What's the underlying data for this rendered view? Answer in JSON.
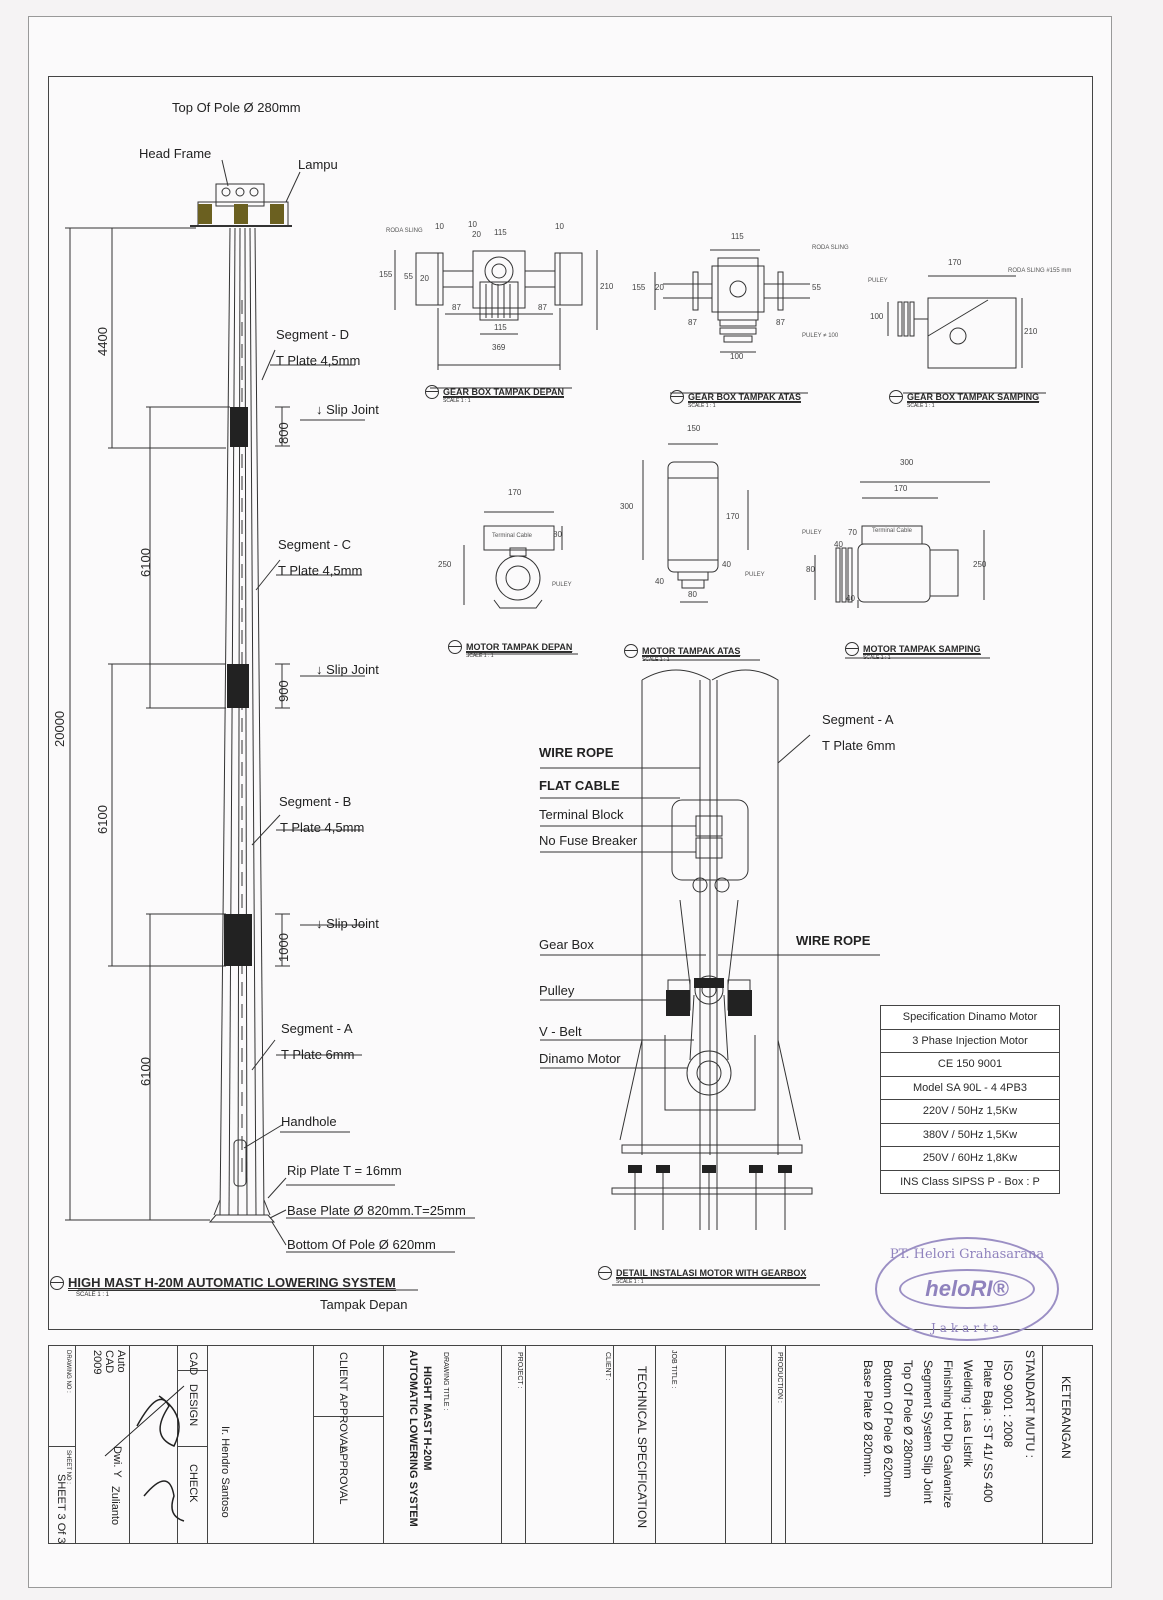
{
  "pole": {
    "top_of_pole": "Top Of Pole Ø 280mm",
    "head_frame": "Head Frame",
    "lampu": "Lampu",
    "segment_d": "Segment - D",
    "segment_d_plate": "T Plate 4,5mm",
    "segment_c": "Segment - C",
    "segment_c_plate": "T Plate 4,5mm",
    "segment_b": "Segment - B",
    "segment_b_plate": "T Plate 4,5mm",
    "segment_a": "Segment - A",
    "segment_a_plate": "T Plate 6mm",
    "slip_joint_1": "↓ Slip Joint",
    "slip_joint_2": "↓ Slip Joint",
    "slip_joint_3": "↓ Slip Joint",
    "handhole": "Handhole",
    "rip_plate": "Rip Plate T = 16mm",
    "base_plate": "Base Plate Ø 820mm.T=25mm",
    "bottom_of_pole": "Bottom Of Pole Ø 620mm",
    "dims": {
      "d4400": "4400",
      "d800": "800",
      "d6100_c": "6100",
      "d900": "900",
      "d20000": "20000",
      "d6100_b": "6100",
      "d1000": "1000",
      "d6100_a": "6100"
    },
    "caption": "HIGH MAST H-20M AUTOMATIC LOWERING SYSTEM",
    "scale": "SCALE  1 : 1",
    "view": "Tampak Depan"
  },
  "gearbox": {
    "front_caption": "GEAR BOX TAMPAK DEPAN",
    "top_caption": "GEAR BOX TAMPAK ATAS",
    "side_caption": "GEAR BOX TAMPAK SAMPING",
    "scale": "SCALE  1 : 1",
    "front_dims": {
      "roda": "RODA SLING",
      "d10a": "10",
      "d10b": "10",
      "d20": "20",
      "d115": "115",
      "d10c": "10",
      "d155": "155",
      "d55": "55",
      "d20b": "20",
      "d87a": "87",
      "d87b": "87",
      "d115b": "115",
      "d369": "369",
      "d210": "210"
    },
    "top_dims": {
      "d115": "115",
      "roda": "RODA SLING",
      "d155": "155",
      "d20": "20",
      "d55": "55",
      "d87a": "87",
      "d87b": "87",
      "pulley": "PULEY ≠ 100",
      "d100": "100"
    },
    "side_dims": {
      "d170": "170",
      "roda": "RODA SLING #155 mm",
      "pulley": "PULEY",
      "d100": "100",
      "d210": "210"
    }
  },
  "motor": {
    "front_caption": "MOTOR TAMPAK DEPAN",
    "top_caption": "MOTOR TAMPAK ATAS",
    "side_caption": "MOTOR TAMPAK SAMPING",
    "scale": "SCALE  1 : 1",
    "front_dims": {
      "d170": "170",
      "terminal": "Terminal Cable",
      "d80": "80",
      "d250": "250",
      "pulley": "PULEY"
    },
    "top_dims": {
      "d150": "150",
      "d300": "300",
      "d170": "170",
      "d40a": "40",
      "d40b": "40",
      "d80": "80",
      "pulley": "PULEY"
    },
    "side_dims": {
      "d300": "300",
      "d170": "170",
      "terminal": "Terminal Cable",
      "pulley": "PULEY",
      "d40": "40",
      "d70": "70",
      "d80": "80",
      "d250": "250",
      "d40b": "40"
    }
  },
  "detail": {
    "segment_a": "Segment - A",
    "segment_a_plate": "T Plate 6mm",
    "wire_rope": "WIRE ROPE",
    "flat_cable": "FLAT CABLE",
    "terminal_block": "Terminal Block",
    "no_fuse_breaker": "No Fuse Breaker",
    "wire_rope_2": "WIRE ROPE",
    "gear_box": "Gear Box",
    "pulley": "Pulley",
    "v_belt": "V - Belt",
    "dinamo_motor": "Dinamo Motor",
    "caption": "DETAIL INSTALASI MOTOR WITH GEARBOX",
    "scale": "SCALE  1 : 1"
  },
  "spec": {
    "title": "Specification Dinamo Motor",
    "rows": [
      "3 Phase Injection Motor",
      "CE 150 9001",
      "Model SA 90L - 4 4PB3",
      "220V / 50Hz  1,5Kw",
      "380V / 50Hz  1,5Kw",
      "250V / 60Hz  1,8Kw",
      "INS Class SIPSS P - Box : P"
    ]
  },
  "stamp": {
    "company": "PT. Helori Grahasarana",
    "logo": "heloRI®",
    "city": "Jakarta"
  },
  "title_block": {
    "drawing_no": "DRAWING NO :",
    "sheet_no": "SHEET NO :",
    "sheet": "SHEET 3 Of 3",
    "auto": "Auto",
    "cad": "CAD",
    "year": "2009",
    "cad_h": "CAD",
    "design_h": "DESIGN",
    "check_h": "CHECK",
    "designer": "Dwi. Y",
    "checker": "Zulianto",
    "approver": "Ir. Hendro Santoso",
    "client_approval": "CLIENT APPROVAL",
    "approval": "APPROVAL",
    "drawing_title_h": "DRAWING TITLE :",
    "drawing_title_1": "HIGHT MAST H-20M",
    "drawing_title_2": "AUTOMATIC LOWERING SYSTEM",
    "project_h": "PROJECT :",
    "client_h": "CLIENT :",
    "job_title_h": "JOB TITLE :",
    "job_title": "TECHNICAL SPECIFICATION",
    "production_h": "PRODUCTION :",
    "keterangan": "KETERANGAN",
    "standart_mutu": "STANDART MUTU :",
    "notes": [
      "ISO 9001 : 2008",
      "Plate Baja : ST 41/ SS 400",
      "Welding : Las Listrik",
      "Finishing Hot Dip Galvanize",
      "Segment System Slip Joint",
      "Top Of Pole Ø 280mm",
      "Bottom Of Pole Ø 620mm",
      "Base Plate Ø 820mm."
    ]
  }
}
